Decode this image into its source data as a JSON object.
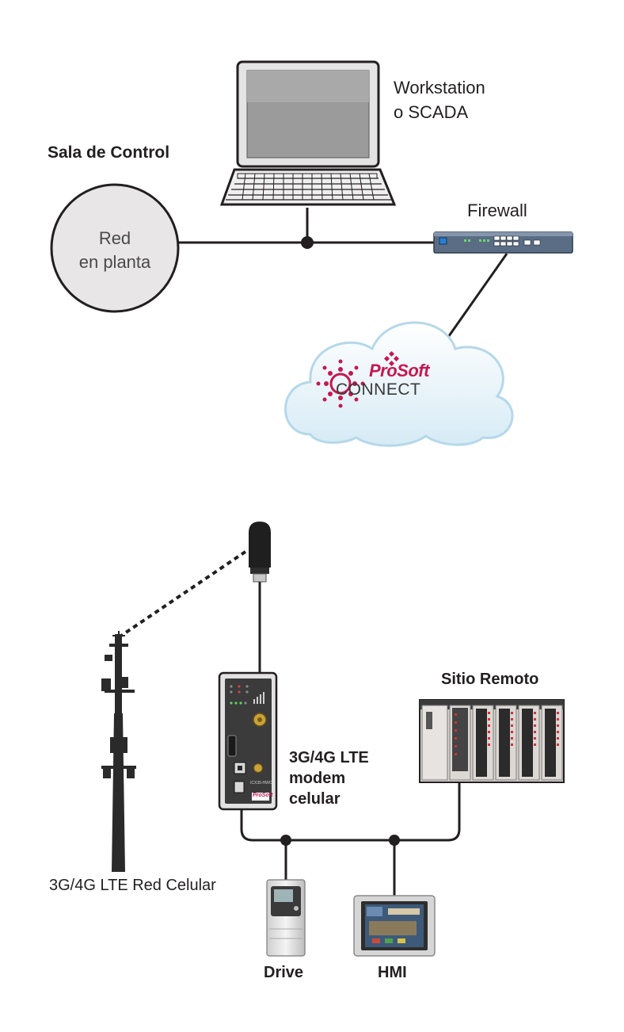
{
  "labels": {
    "control_room": "Sala de Control",
    "workstation_line1": "Workstation",
    "workstation_line2": "o SCADA",
    "plant_network_line1": "Red",
    "plant_network_line2": "en planta",
    "firewall": "Firewall",
    "remote_site": "Sitio Remoto",
    "modem_line1": "3G/4G LTE",
    "modem_line2": "modem",
    "modem_line3": "celular",
    "cell_network": "3G/4G LTE Red Celular",
    "drive": "Drive",
    "hmi": "HMI"
  },
  "logo": {
    "brand_line1": "ProSoft",
    "brand_line2": "CONNECT",
    "accent_color": "#c8174f"
  },
  "colors": {
    "line": "#231f20",
    "cloud_fill": "#ffffff",
    "cloud_edge": "#b5d8ea",
    "circle_fill": "#e8e6e6",
    "device_body": "#e6e6e6",
    "device_dark": "#3b3b3b",
    "firewall_body": "#5a6d85"
  },
  "modem_panel": {
    "model": "ICX35-HWC",
    "brand": "ProSoft"
  }
}
